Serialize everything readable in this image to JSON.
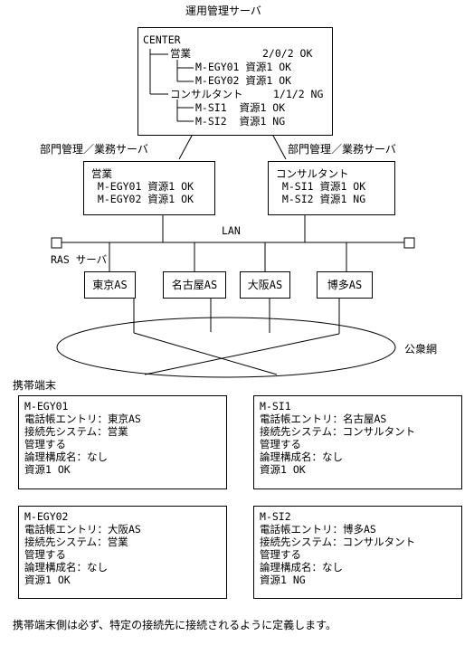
{
  "mgmt_server": {
    "title": "運用管理サーバ",
    "root": "CENTER",
    "tree": [
      {
        "label": "営業",
        "status": "2/0/2 OK"
      },
      {
        "label": "M-EGY01 資源1 OK"
      },
      {
        "label": "M-EGY02 資源1 OK"
      },
      {
        "label": "コンサルタント",
        "status": "1/1/2 NG"
      },
      {
        "label": "M-SI1  資源1 OK"
      },
      {
        "label": "M-SI2  資源1 NG"
      }
    ]
  },
  "dept_servers": [
    {
      "title": "部門管理／業務サーバ",
      "lines": [
        "営業",
        " M-EGY01 資源1 OK",
        " M-EGY02 資源1 OK"
      ]
    },
    {
      "title": "部門管理／業務サーバ",
      "lines": [
        "コンサルタント",
        " M-SI1 資源1 OK",
        " M-SI2 資源1 NG"
      ]
    }
  ],
  "lan_label": "LAN",
  "ras_label": "RAS サーバ",
  "as_nodes": [
    "東京AS",
    "名古屋AS",
    "大阪AS",
    "博多AS"
  ],
  "network_label": "公衆網",
  "terminals_title": "携帯端末",
  "terminals": [
    {
      "lines": [
        "M-EGY01",
        "電話帳エントリ：東京AS",
        "接続先システム：営業",
        "管理する",
        "論理構成名：なし",
        "資源1 OK"
      ]
    },
    {
      "lines": [
        "M-SI1",
        "電話帳エントリ：名古屋AS",
        "接続先システム：コンサルタント",
        "管理する",
        "論理構成名：なし",
        "資源1 OK"
      ]
    },
    {
      "lines": [
        "M-EGY02",
        "電話帳エントリ：大阪AS",
        "接続先システム：営業",
        "管理する",
        "論理構成名：なし",
        "資源1 OK"
      ]
    },
    {
      "lines": [
        "M-SI2",
        "電話帳エントリ：博多AS",
        "接続先システム：コンサルタント",
        "管理する",
        "論理構成名：なし",
        "資源1 NG"
      ]
    }
  ],
  "footer_note": "携帯端末側は必ず、特定の接続先に接続されるように定義します。"
}
